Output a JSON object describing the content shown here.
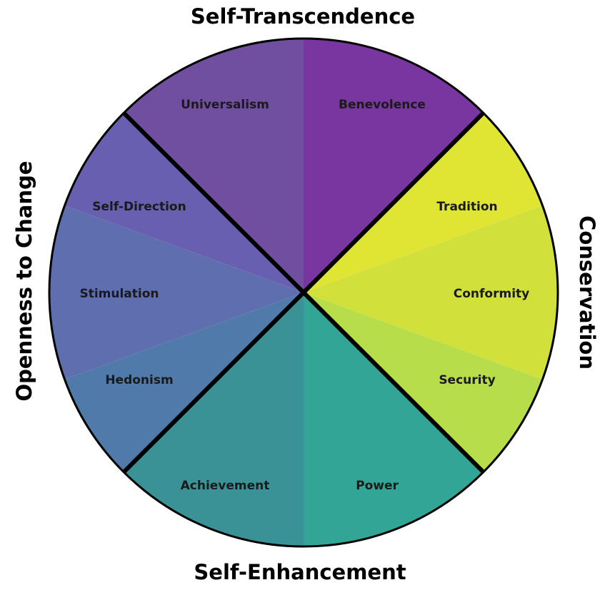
{
  "quadrants": {
    "top": "Self-Transcendence",
    "bottom": "Self-Enhancement",
    "left": "Openness to Change",
    "right": "Conservation"
  },
  "values": [
    {
      "label": "Universalism",
      "color": "#714FA0"
    },
    {
      "label": "Benevolence",
      "color": "#7A36A0"
    },
    {
      "label": "Tradition",
      "color": "#E0E533"
    },
    {
      "label": "Conformity",
      "color": "#D2E03C"
    },
    {
      "label": "Security",
      "color": "#B8DD4A"
    },
    {
      "label": "Power",
      "color": "#33A596"
    },
    {
      "label": "Achievement",
      "color": "#3A9296"
    },
    {
      "label": "Hedonism",
      "color": "#4F7AAA"
    },
    {
      "label": "Stimulation",
      "color": "#5F6EAF"
    },
    {
      "label": "Self-Direction",
      "color": "#685FB0"
    }
  ],
  "colors": {
    "divider": "#000000",
    "outline": "#000000"
  }
}
